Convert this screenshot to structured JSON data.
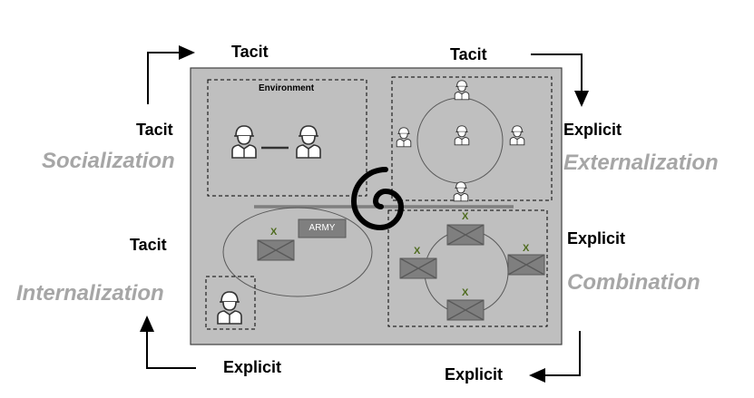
{
  "labels": {
    "tacit_top_left": "Tacit",
    "tacit_top_right": "Tacit",
    "tacit_left_upper": "Tacit",
    "tacit_left_lower": "Tacit",
    "explicit_right_upper": "Explicit",
    "explicit_right_lower": "Explicit",
    "explicit_bottom_left": "Explicit",
    "explicit_bottom_right": "Explicit"
  },
  "modes": {
    "socialization": "Socialization",
    "externalization": "Externalization",
    "internalization": "Internalization",
    "combination": "Combination"
  },
  "panel": {
    "environment_label": "Environment",
    "army_label": "ARMY",
    "unit_marker": "X"
  },
  "colors": {
    "mode_text": "#a6a6a6",
    "panel_fill": "#bfbfbf",
    "unit_fill": "#7f7f7f",
    "marker_green": "#4e6b1e"
  }
}
